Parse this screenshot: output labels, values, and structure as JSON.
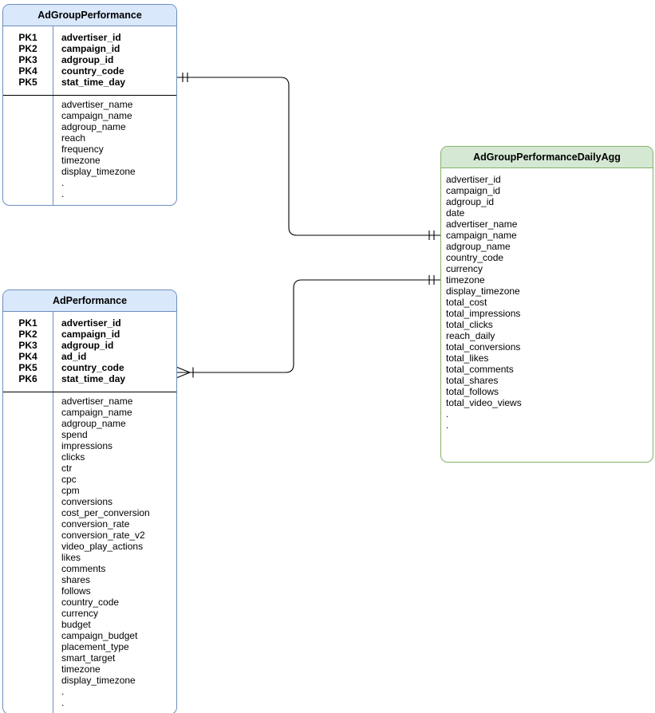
{
  "diagram": {
    "background_color": "#ffffff",
    "connector_color": "#000000",
    "entities": [
      {
        "name": "AdGroupPerformance",
        "style": "blue",
        "fill_color": "#dae8fc",
        "border_color": "#6c8ebf",
        "primary_keys": [
          {
            "label": "PK1",
            "field": "advertiser_id"
          },
          {
            "label": "PK2",
            "field": "campaign_id"
          },
          {
            "label": "PK3",
            "field": "adgroup_id"
          },
          {
            "label": "PK4",
            "field": "country_code"
          },
          {
            "label": "PK5",
            "field": "stat_time_day"
          }
        ],
        "attributes": [
          "advertiser_name",
          "campaign_name",
          "adgroup_name",
          "reach",
          "frequency",
          "timezone",
          "display_timezone",
          ".",
          "."
        ]
      },
      {
        "name": "AdPerformance",
        "style": "blue",
        "fill_color": "#dae8fc",
        "border_color": "#6c8ebf",
        "primary_keys": [
          {
            "label": "PK1",
            "field": "advertiser_id"
          },
          {
            "label": "PK2",
            "field": "campaign_id"
          },
          {
            "label": "PK3",
            "field": "adgroup_id"
          },
          {
            "label": "PK4",
            "field": "ad_id"
          },
          {
            "label": "PK5",
            "field": "country_code"
          },
          {
            "label": "PK6",
            "field": "stat_time_day"
          }
        ],
        "attributes": [
          "advertiser_name",
          "campaign_name",
          "adgroup_name",
          "spend",
          "impressions",
          "clicks",
          "ctr",
          "cpc",
          "cpm",
          "conversions",
          "cost_per_conversion",
          "conversion_rate",
          "conversion_rate_v2",
          "video_play_actions",
          "likes",
          "comments",
          "shares",
          "follows",
          "country_code",
          "currency",
          "budget",
          "campaign_budget",
          "placement_type",
          "smart_target",
          "timezone",
          "display_timezone",
          ".",
          "."
        ]
      },
      {
        "name": "AdGroupPerformanceDailyAgg",
        "style": "green",
        "fill_color": "#d5e8d4",
        "border_color": "#82b366",
        "primary_keys": [],
        "attributes": [
          "advertiser_id",
          "campaign_id",
          "adgroup_id",
          "date",
          "advertiser_name",
          "campaign_name",
          "adgroup_name",
          "country_code",
          "currency",
          "timezone",
          "display_timezone",
          "total_cost",
          "total_impressions",
          "total_clicks",
          "reach_daily",
          "total_conversions",
          "total_likes",
          "total_comments",
          "total_shares",
          "total_follows",
          "total_video_views",
          ".",
          "."
        ]
      }
    ],
    "relationships": [
      {
        "from": "AdGroupPerformance",
        "from_cardinality": "one-and-only-one",
        "to": "AdGroupPerformanceDailyAgg",
        "to_cardinality": "one-and-only-one"
      },
      {
        "from": "AdPerformance",
        "from_cardinality": "many",
        "to": "AdGroupPerformanceDailyAgg",
        "to_cardinality": "one-and-only-one"
      }
    ]
  }
}
